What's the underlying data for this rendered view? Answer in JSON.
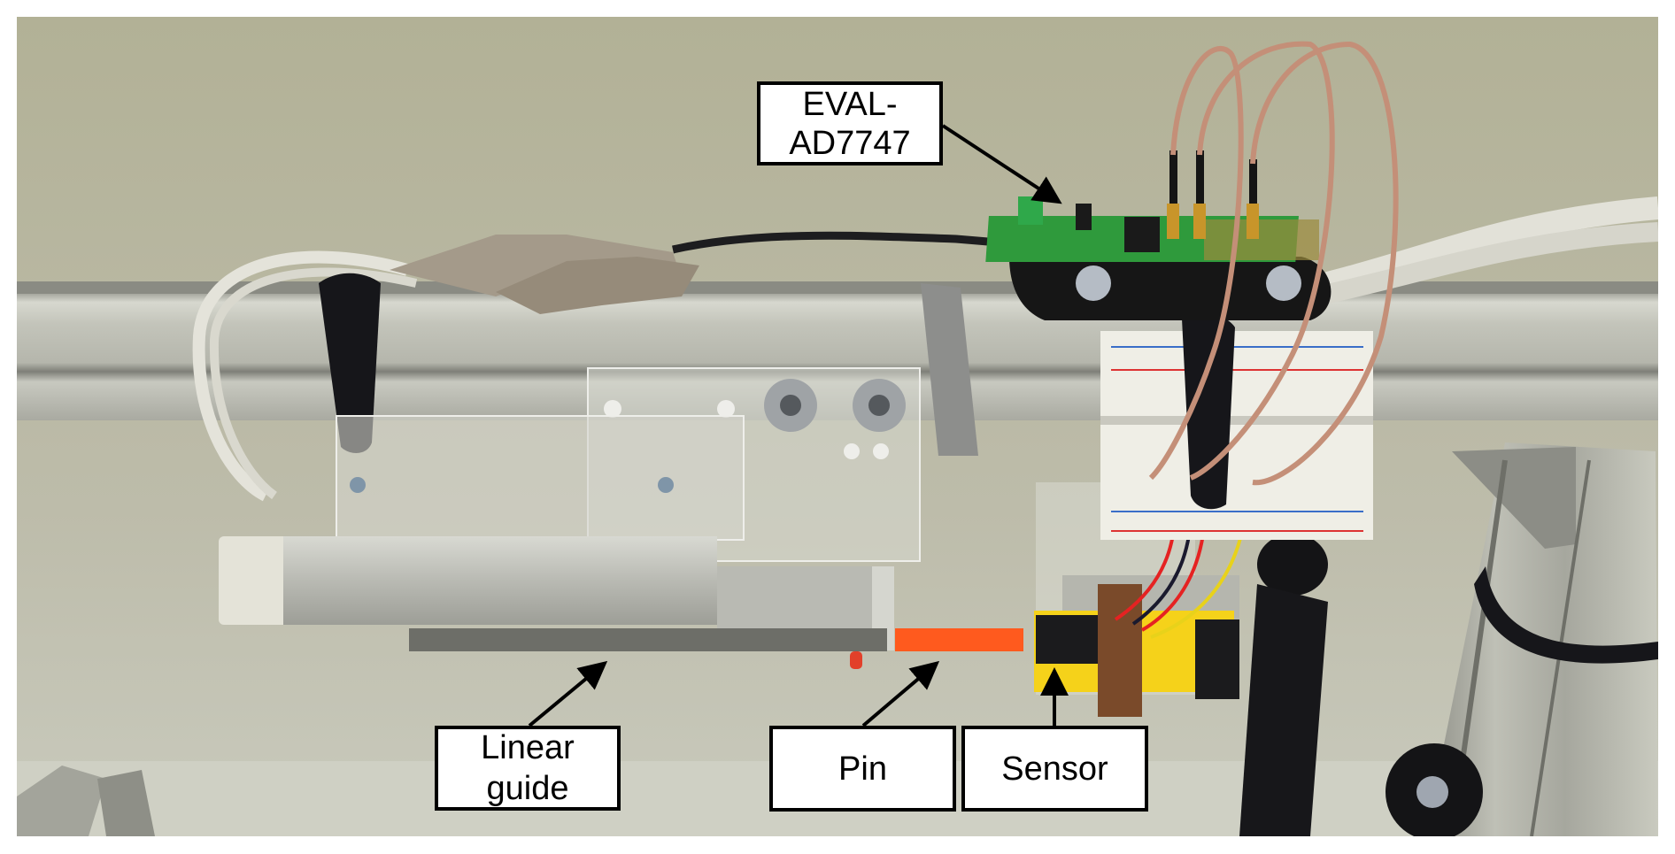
{
  "figure": {
    "description": "Photograph of an experimental test rig on an aluminium rail with callout labels",
    "labels": [
      {
        "id": "eval",
        "lines": [
          "EVAL-",
          "AD7747"
        ],
        "target": "evaluation board"
      },
      {
        "id": "linear-guide",
        "lines": [
          "Linear",
          "guide"
        ],
        "target": "linear guide"
      },
      {
        "id": "pin",
        "lines": [
          "Pin"
        ],
        "target": "orange pin"
      },
      {
        "id": "sensor",
        "lines": [
          "Sensor"
        ],
        "target": "sensor"
      }
    ]
  },
  "colors": {
    "wall": "#b4b39a",
    "rail": "#c7c8bf",
    "pin": "#ff5a1e",
    "sensor_block": "#f5d21a",
    "kapton_tape": "#7a4a2a",
    "pcb": "#2f9a3c",
    "label_border": "#000000",
    "label_fill": "#ffffff"
  }
}
